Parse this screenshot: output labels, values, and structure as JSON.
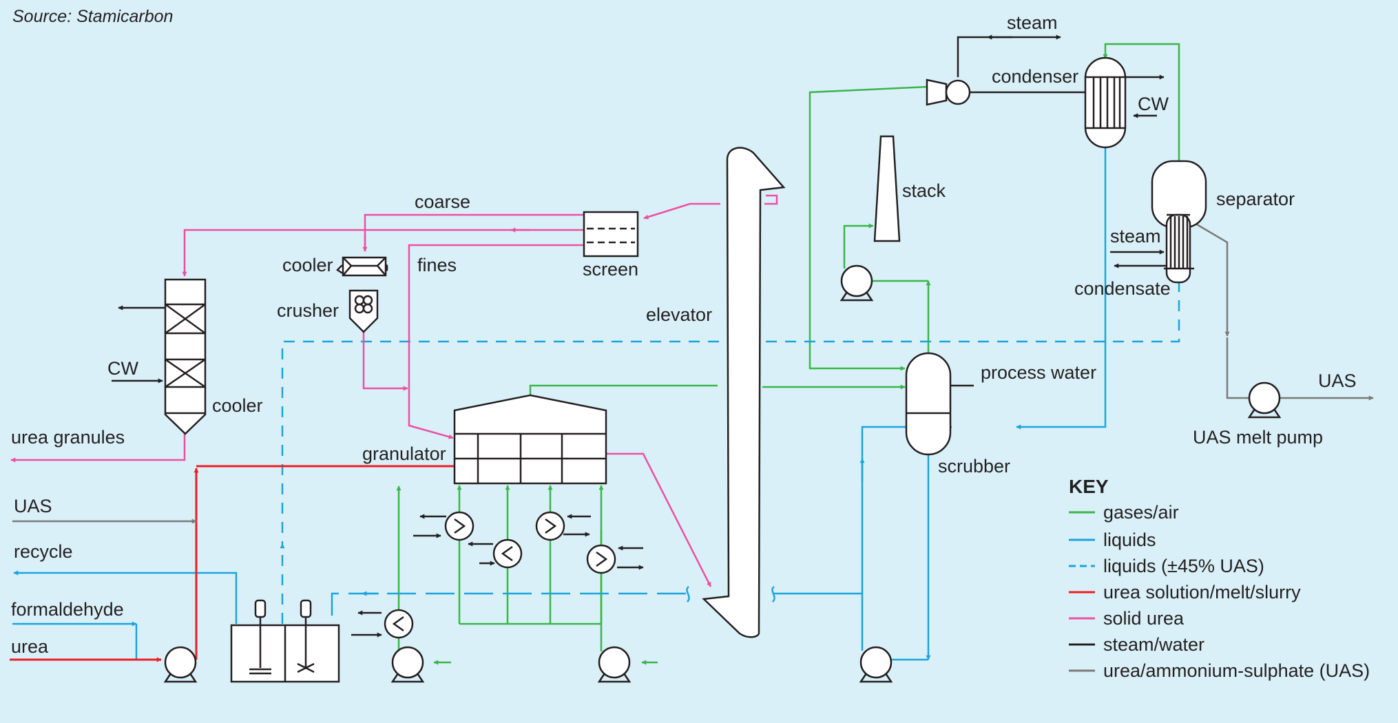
{
  "source": "Source: Stamicarbon",
  "colors": {
    "background": "#d9f0f8",
    "gases_air": "#3ab54a",
    "liquids": "#1ba4dc",
    "urea_solution": "#ed1c24",
    "solid_urea": "#ec4fa2",
    "steam_water": "#231f20",
    "uas": "#7a7a7a"
  },
  "labels": {
    "steam_top": "steam",
    "condenser": "condenser",
    "cw_condenser": "CW",
    "stack": "stack",
    "separator": "separator",
    "steam_separator": "steam",
    "condensate": "condensate",
    "coarse": "coarse",
    "cooler_top": "cooler",
    "fines": "fines",
    "screen": "screen",
    "crusher": "crusher",
    "elevator": "elevator",
    "cw_cooler": "CW",
    "cooler_tower": "cooler",
    "urea_granules": "urea granules",
    "granulator": "granulator",
    "process_water": "process water",
    "uas_right": "UAS",
    "uas_melt_pump": "UAS melt pump",
    "scrubber": "scrubber",
    "uas_left": "UAS",
    "recycle": "recycle",
    "formaldehyde": "formaldehyde",
    "urea": "urea"
  },
  "key": {
    "title": "KEY",
    "items": [
      {
        "label": "gases/air",
        "color": "#3ab54a",
        "dashed": false
      },
      {
        "label": "liquids",
        "color": "#1ba4dc",
        "dashed": false
      },
      {
        "label": "liquids (±45% UAS)",
        "color": "#1ba4dc",
        "dashed": true
      },
      {
        "label": "urea solution/melt/slurry",
        "color": "#ed1c24",
        "dashed": false
      },
      {
        "label": "solid urea",
        "color": "#ec4fa2",
        "dashed": false
      },
      {
        "label": "steam/water",
        "color": "#231f20",
        "dashed": false
      },
      {
        "label": "urea/ammonium-sulphate (UAS)",
        "color": "#7a7a7a",
        "dashed": false
      }
    ]
  }
}
